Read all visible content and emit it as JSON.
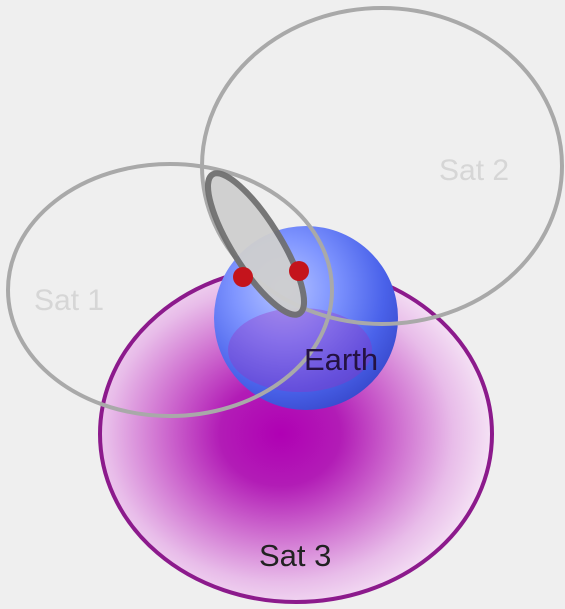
{
  "labels": {
    "sat1": "Sat 1",
    "sat2": "Sat 2",
    "sat3": "Sat 3",
    "earth": "Earth"
  },
  "colors": {
    "background": "#efefef",
    "sat_circles": "#a9a9a9",
    "sat3": "#8c1a8c",
    "earth": "#3f63e6",
    "intersection_points": "#c4141c",
    "lens": "#cfcfcf",
    "lens_outline": "#707070"
  }
}
